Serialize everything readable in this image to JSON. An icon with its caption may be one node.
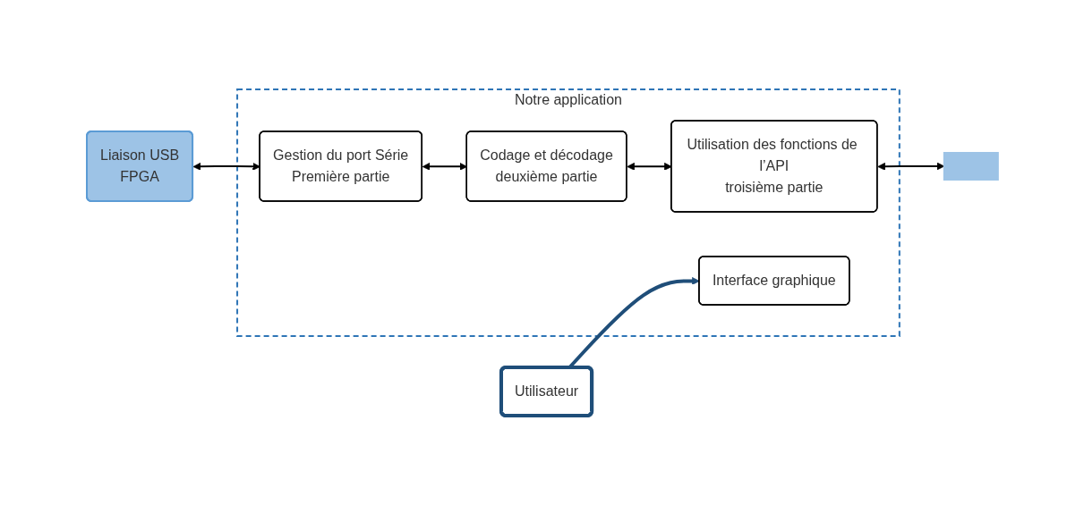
{
  "diagram": {
    "nodes": [
      {
        "text": [
          "Notre application"
        ]
      },
      {
        "text": [
          "Liaison USB",
          "FPGA"
        ]
      },
      {
        "text": [
          "Gestion du port Série",
          "Première partie"
        ],
        "in": 0
      },
      {
        "text": [
          "Codage et décodage",
          "deuxième partie"
        ],
        "in": 0
      },
      {
        "text": [
          "Utilisation des fonctions de l’API",
          "troisième partie"
        ],
        "in": 0
      },
      {
        "text": [],
        "shape": "box"
      },
      {
        "text": [
          "Interface graphique"
        ],
        "in": 0
      },
      {
        "text": [
          "Utilisateur"
        ]
      }
    ],
    "edges": [
      {
        "from": 1,
        "to": 2,
        "arrow": "both"
      },
      {
        "from": 2,
        "to": 3,
        "arrow": "both"
      },
      {
        "from": 3,
        "to": 4,
        "arrow": "both"
      },
      {
        "from": 4,
        "to": 5,
        "arrow": "both"
      },
      {
        "from": 7,
        "to": 6,
        "arrow": "to",
        "style": "thick",
        "color": "#1f4e79"
      }
    ]
  }
}
